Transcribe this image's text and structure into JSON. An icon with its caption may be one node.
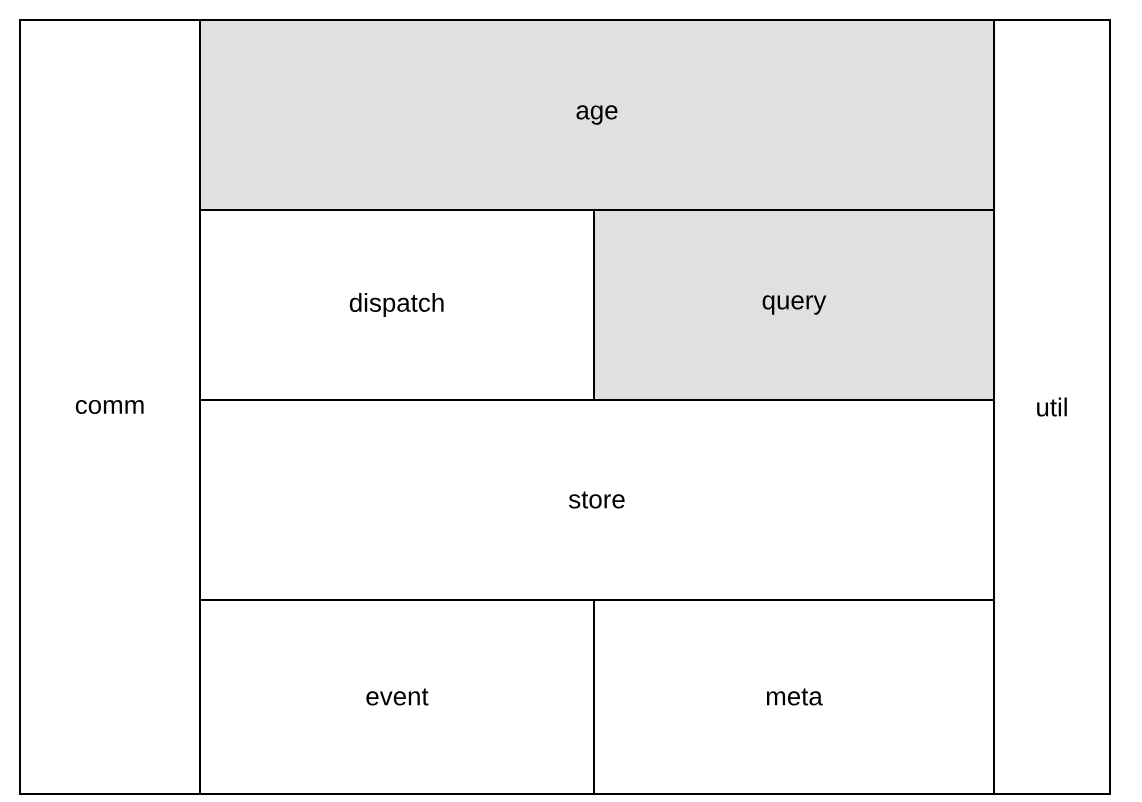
{
  "diagram": {
    "nodes": [
      {
        "text": [
          "comm"
        ]
      },
      {
        "text": [
          "age"
        ]
      },
      {
        "text": [
          "dispatch"
        ]
      },
      {
        "text": [
          "query"
        ]
      },
      {
        "text": [
          "store"
        ]
      },
      {
        "text": [
          "event"
        ]
      },
      {
        "text": [
          "meta"
        ]
      },
      {
        "text": [
          "util"
        ]
      }
    ]
  }
}
